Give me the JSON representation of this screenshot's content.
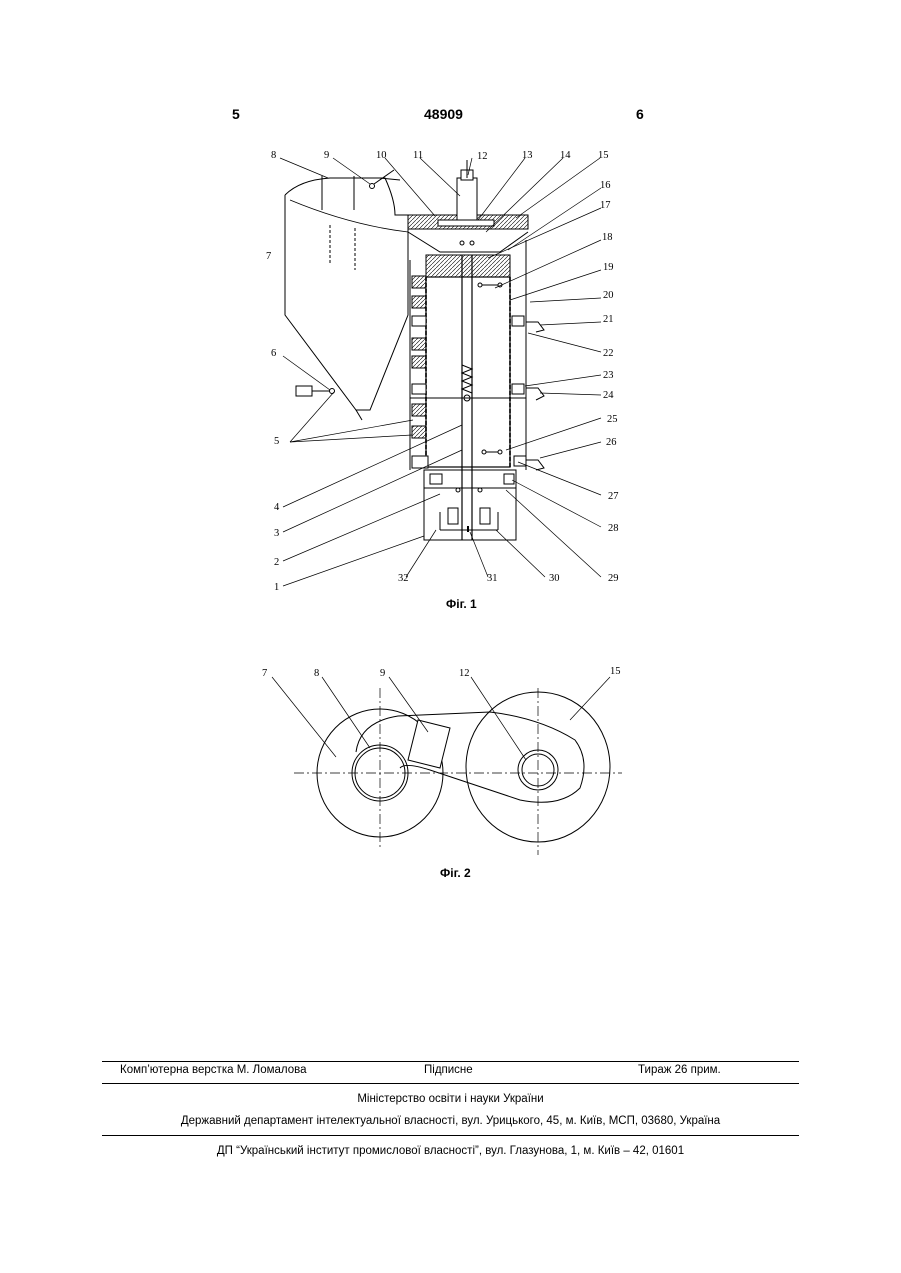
{
  "header": {
    "page_left": "5",
    "doc_number": "48909",
    "page_right": "6"
  },
  "fig1": {
    "caption": "Фіг. 1",
    "labels": [
      "1",
      "2",
      "3",
      "4",
      "5",
      "6",
      "7",
      "8",
      "9",
      "10",
      "11",
      "12",
      "13",
      "14",
      "15",
      "16",
      "17",
      "18",
      "19",
      "20",
      "21",
      "22",
      "23",
      "24",
      "25",
      "26",
      "27",
      "28",
      "29",
      "30",
      "31",
      "32"
    ]
  },
  "fig2": {
    "caption": "Фіг. 2",
    "labels": [
      "7",
      "8",
      "9",
      "12",
      "15"
    ]
  },
  "footer": {
    "typesetting": "Комп’ютерна верстка М. Ломалова",
    "subscription": "Підписне",
    "circulation": "Тираж 26 прим.",
    "ministry": "Міністерство освіти і науки України",
    "department": "Державний департамент інтелектуальної власності, вул. Урицького, 45, м. Київ, МСП, 03680, Україна",
    "institute": "ДП “Український інститут промислової власності”, вул. Глазунова, 1, м. Київ – 42, 01601"
  }
}
